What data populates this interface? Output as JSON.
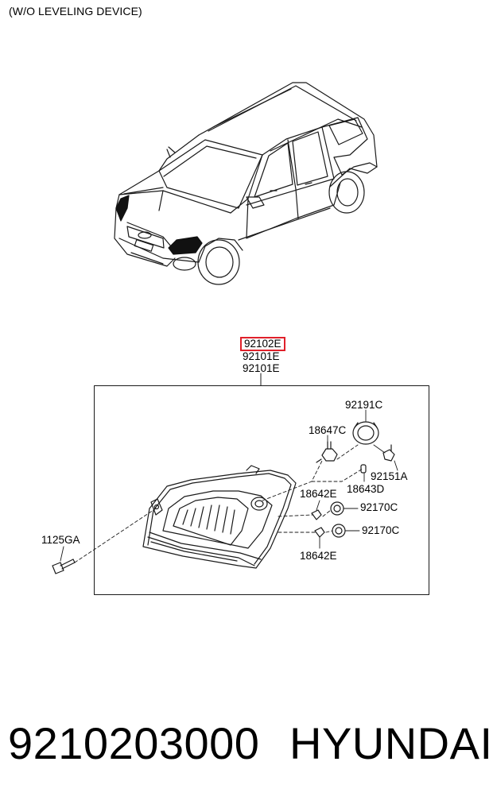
{
  "header": {
    "note": "(W/O LEVELING DEVICE)"
  },
  "callouts": {
    "highlighted": "92102E",
    "main_1": "92101E",
    "main_2": "92101E",
    "bulb_socket_cover": "92191C",
    "high_low_bulb": "18647C",
    "side_bulb": "92151A",
    "side_socket": "18643D",
    "parking_bulb_top": "18642E",
    "socket_top": "92170C",
    "socket_bottom": "92170C",
    "parking_bulb_bottom": "18642E",
    "bolt": "1125GA"
  },
  "footer": {
    "part_number": "9210203000",
    "brand": "HYUNDAI"
  }
}
